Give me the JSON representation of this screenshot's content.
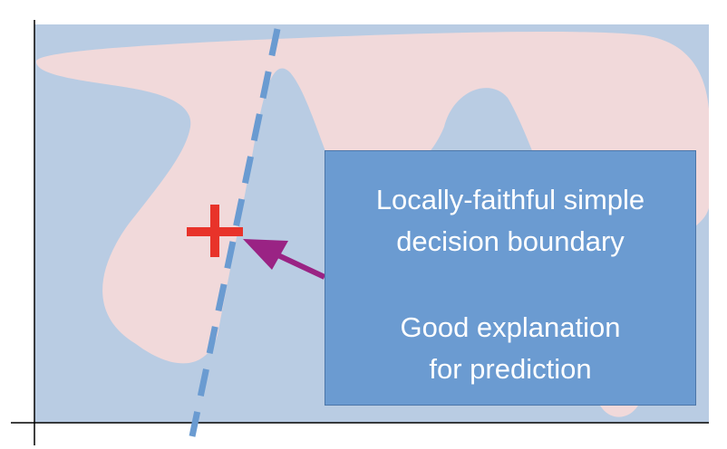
{
  "diagram": {
    "colors": {
      "background_region": "#b9cce3",
      "foreground_region": "#f1d9da",
      "boundary_line": "#6a9bd1",
      "instance_marker": "#e8332a",
      "arrow": "#9a2384",
      "callout_fill": "#6b9bd1",
      "axes": "#000000"
    },
    "marker_icon": "plus-cross",
    "callout": {
      "line1": "Locally-faithful simple",
      "line2": "decision boundary",
      "line3": "Good explanation",
      "line4": "for prediction"
    }
  }
}
